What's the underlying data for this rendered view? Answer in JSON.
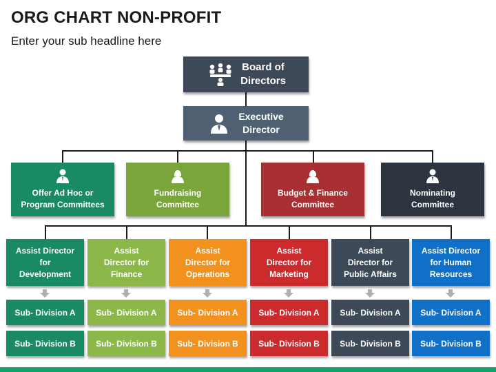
{
  "title": "ORG CHART NON-PROFIT",
  "subtitle": "Enter your sub headline here",
  "colors": {
    "slate": "#3e4958",
    "slate_light": "#4f6072",
    "green": "#1a8a62",
    "lime": "#7aa53a",
    "orange": "#f2911d",
    "red": "#cc2b2e",
    "navy": "#2c3440",
    "blue": "#1070c8",
    "connector": "#1a1a1a",
    "arrow": "#b0b0b0"
  },
  "board": {
    "label_line1": "Board of",
    "label_line2": "Directors",
    "icon": "board-meeting-icon"
  },
  "executive": {
    "label_line1": "Executive",
    "label_line2": "Director",
    "icon": "executive-person-icon"
  },
  "committees": [
    {
      "line1": "Offer Ad Hoc or",
      "line2": "Program Committees",
      "icon": "person-icon"
    },
    {
      "line1": "Fundraising",
      "line2": "Committee",
      "icon": "person-female-icon"
    },
    {
      "line1": "Budget & Finance",
      "line2": "Committee",
      "icon": "person-female-icon"
    },
    {
      "line1": "Nominating",
      "line2": "Committee",
      "icon": "person-icon"
    }
  ],
  "assist_directors": [
    {
      "line1": "Assist Director",
      "line2": "for",
      "line3": "Development"
    },
    {
      "line1": "Assist",
      "line2": "Director for",
      "line3": "Finance"
    },
    {
      "line1": "Assist",
      "line2": "Director for",
      "line3": "Operations"
    },
    {
      "line1": "Assist",
      "line2": "Director for",
      "line3": "Marketing"
    },
    {
      "line1": "Assist",
      "line2": "Director for",
      "line3": "Public Affairs"
    },
    {
      "line1": "Assist Director",
      "line2": "for Human",
      "line3": "Resources"
    }
  ],
  "subdivisions": {
    "a_label": "Sub- Division A",
    "b_label": "Sub- Division B"
  }
}
